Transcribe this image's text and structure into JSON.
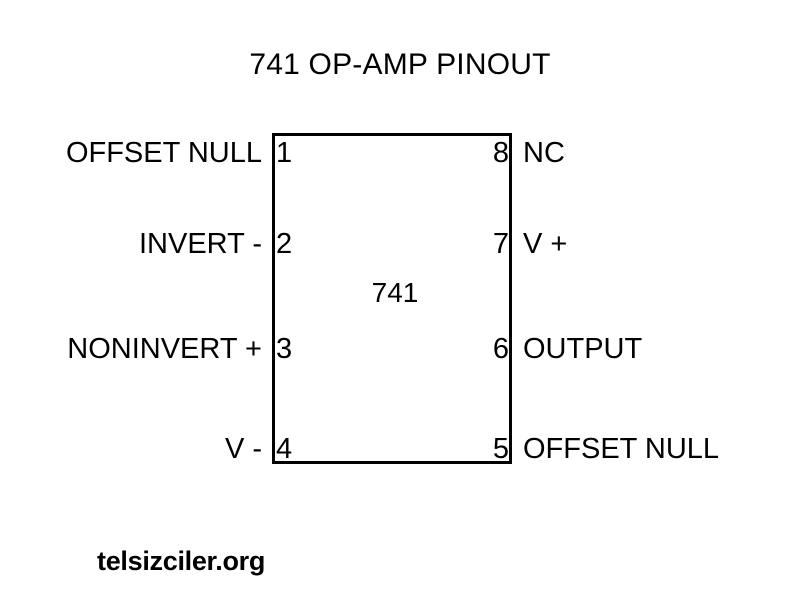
{
  "title": "741 OP-AMP PINOUT",
  "chip": {
    "part_number": "741",
    "pins": [
      {
        "number": "1",
        "left_label": "OFFSET NULL",
        "side": "left"
      },
      {
        "number": "2",
        "left_label": "INVERT -",
        "side": "left"
      },
      {
        "number": "3",
        "left_label": "NONINVERT +",
        "side": "left"
      },
      {
        "number": "4",
        "left_label": "V -",
        "side": "left"
      },
      {
        "number": "5",
        "right_label": "OFFSET NULL",
        "side": "right"
      },
      {
        "number": "6",
        "right_label": "OUTPUT",
        "side": "right"
      },
      {
        "number": "7",
        "right_label": "V +",
        "side": "right"
      },
      {
        "number": "8",
        "right_label": "NC",
        "side": "right"
      }
    ],
    "rows": [
      {
        "left_number": "1",
        "left_label": "OFFSET NULL",
        "right_number": "8",
        "right_label": "NC"
      },
      {
        "left_number": "2",
        "left_label": "INVERT -",
        "right_number": "7",
        "right_label": "V +"
      },
      {
        "left_number": "3",
        "left_label": "NONINVERT +",
        "right_number": "6",
        "right_label": "OUTPUT"
      },
      {
        "left_number": "4",
        "left_label": "V -",
        "right_number": "5",
        "right_label": "OFFSET NULL"
      }
    ]
  },
  "watermark": "telsizciler.org",
  "colors": {
    "background": "#ffffff",
    "ink": "#000000",
    "outline": "#000000"
  }
}
